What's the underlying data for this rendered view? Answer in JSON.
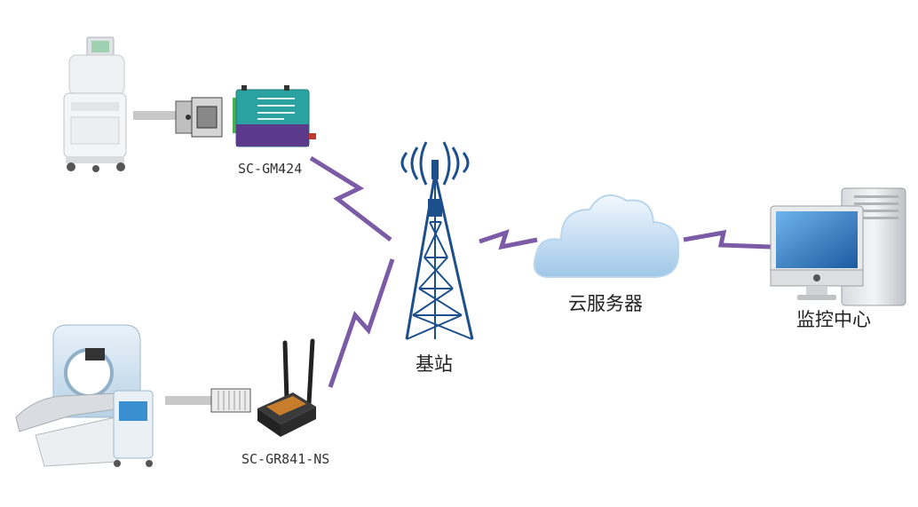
{
  "labels": {
    "device1": "SC-GM424",
    "device2": "SC-GR841-NS",
    "station": "基站",
    "cloud": "云服务器",
    "monitor": "监控中心"
  },
  "colors": {
    "link": "#7b5aa6",
    "tower": "#1d4f8c",
    "cloud_top": "#e9f3fc",
    "cloud_bottom": "#a9cdea",
    "screen": "#2f7dc8",
    "gm424_body": "#2aa3a0",
    "gm424_band": "#5b3a8c",
    "router_body": "#2b2b2b",
    "router_accent": "#e08a2a"
  },
  "icons": {
    "medical1": "ultrasound-machine-icon",
    "medical2": "ct-scanner-icon",
    "connector1": "db9-serial-connector-icon",
    "connector2": "rj45-connector-icon",
    "tower": "cell-tower-icon",
    "cloud": "cloud-icon",
    "computer": "desktop-computer-icon"
  }
}
